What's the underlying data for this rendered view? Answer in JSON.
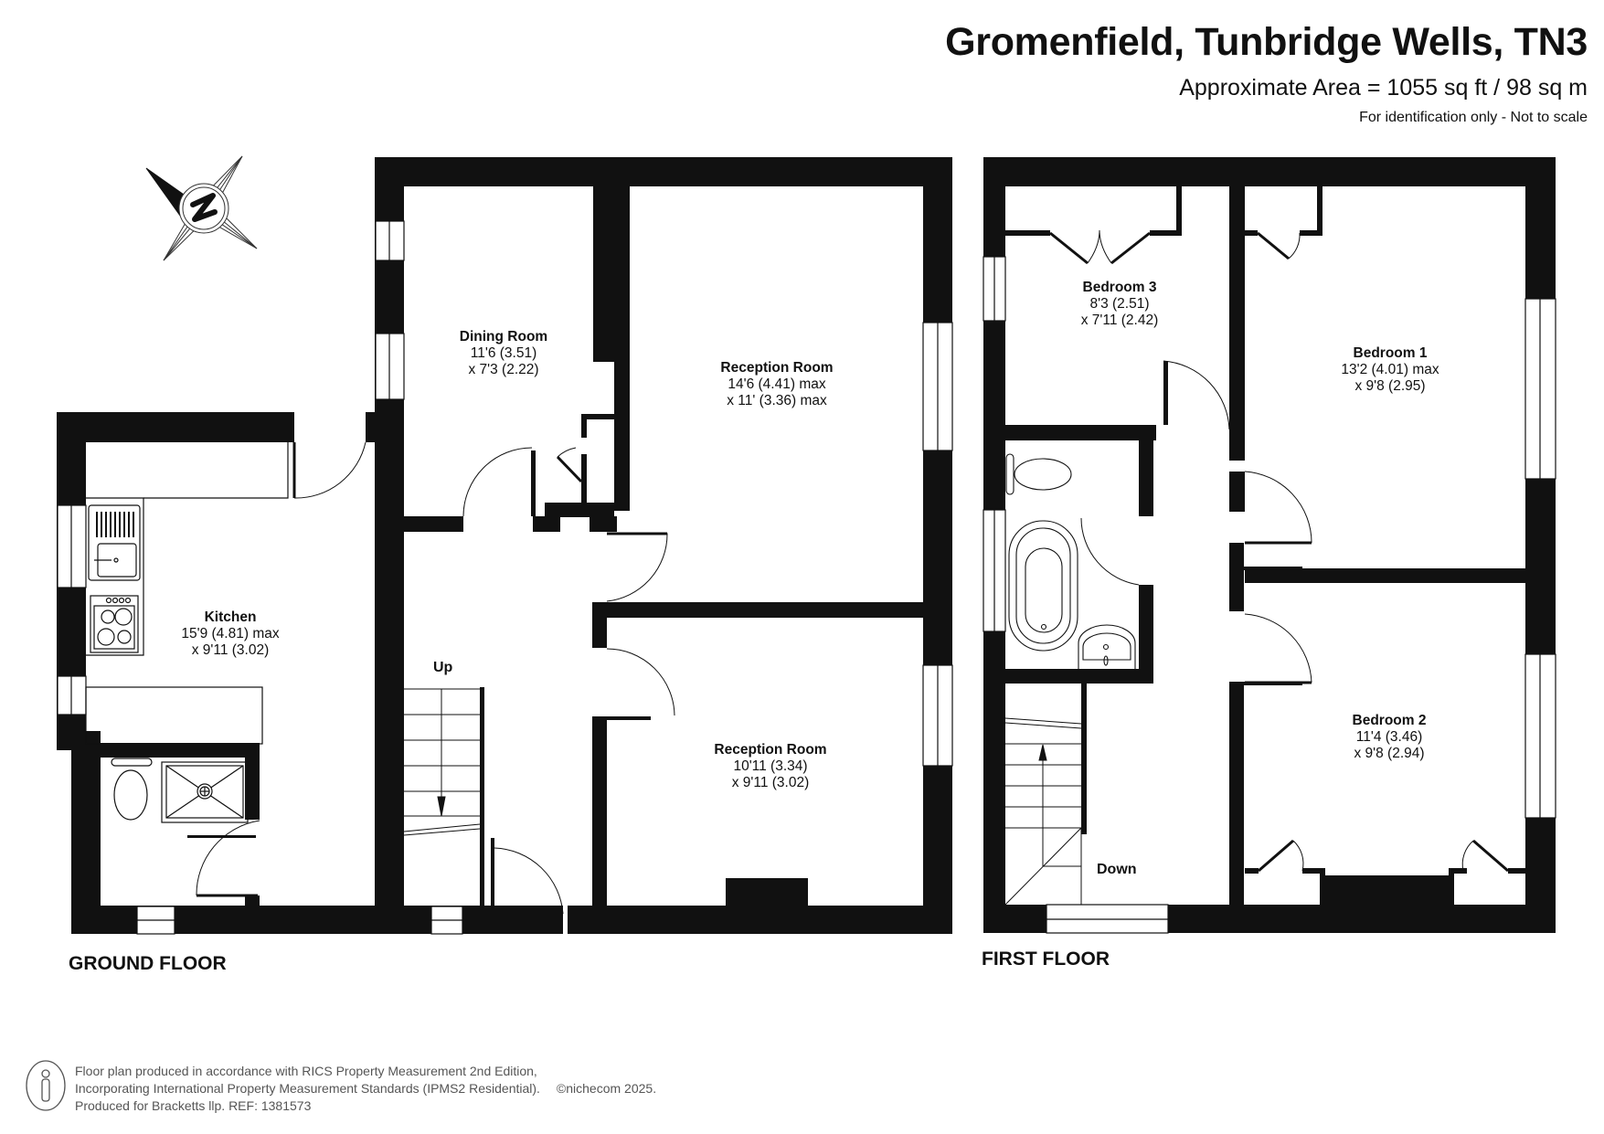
{
  "header": {
    "title": "Gromenfield, Tunbridge Wells, TN3",
    "area": "Approximate Area = 1055 sq ft / 98 sq m",
    "disclaimer": "For identification only - Not to scale"
  },
  "compass": {
    "label": "N",
    "icon": "compass-north-icon"
  },
  "ground_floor": {
    "label": "GROUND FLOOR",
    "stairs_label": "Up",
    "rooms": [
      {
        "name": "Kitchen",
        "dim1": "15'9 (4.81) max",
        "dim2": "x 9'11 (3.02)"
      },
      {
        "name": "Dining Room",
        "dim1": "11'6 (3.51)",
        "dim2": "x 7'3 (2.22)"
      },
      {
        "name": "Reception Room",
        "dim1": "14'6 (4.41) max",
        "dim2": "x 11' (3.36) max"
      },
      {
        "name": "Reception Room",
        "dim1": "10'11 (3.34)",
        "dim2": "x 9'11 (3.02)"
      }
    ]
  },
  "first_floor": {
    "label": "FIRST FLOOR",
    "stairs_label": "Down",
    "rooms": [
      {
        "name": "Bedroom 3",
        "dim1": "8'3 (2.51)",
        "dim2": "x 7'11 (2.42)"
      },
      {
        "name": "Bedroom 1",
        "dim1": "13'2 (4.01) max",
        "dim2": "x 9'8 (2.95)"
      },
      {
        "name": "Bedroom 2",
        "dim1": "11'4 (3.46)",
        "dim2": "x 9'8 (2.94)"
      }
    ]
  },
  "footer": {
    "line1": "Floor plan produced in accordance with RICS Property Measurement 2nd Edition,",
    "line2": "Incorporating International Property Measurement Standards (IPMS2 Residential).",
    "copyright": "©nichecom 2025.",
    "line3": "Produced for Bracketts llp.   REF:  1381573"
  },
  "colors": {
    "wall": "#111111",
    "line": "#222222",
    "background": "#ffffff",
    "footer_text": "#555555"
  }
}
